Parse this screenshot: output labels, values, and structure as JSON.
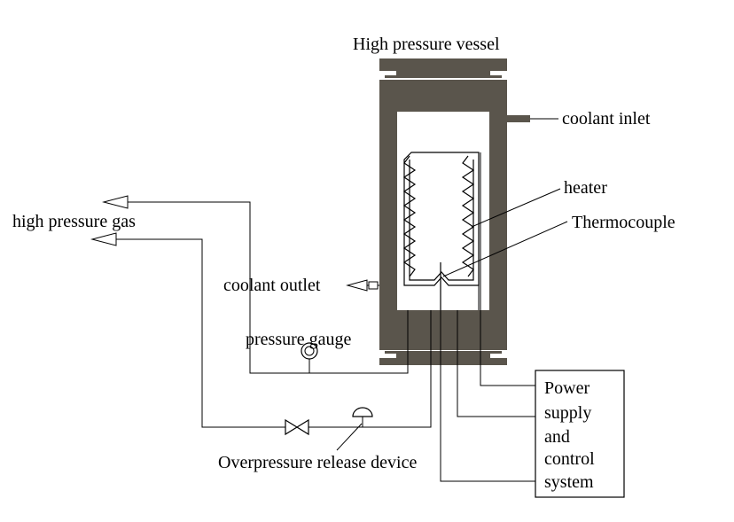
{
  "colors": {
    "vessel_wall": "#5a554c",
    "line": "#000000",
    "background": "#ffffff"
  },
  "labels": {
    "vessel": "High pressure vessel",
    "coolant_inlet": "coolant inlet",
    "heater": "heater",
    "thermocouple": "Thermocouple",
    "high_pressure_gas": "high pressure gas",
    "coolant_outlet": "coolant outlet",
    "pressure_gauge": "pressure gauge",
    "overpressure_release": "Overpressure release device",
    "power_supply": [
      "Power",
      "supply",
      "and",
      "control",
      "system"
    ]
  },
  "icons": [
    "gas-arrow-icon",
    "gauge-icon",
    "valve-icon",
    "release-device-icon",
    "coolant-outlet-arrow-icon"
  ]
}
